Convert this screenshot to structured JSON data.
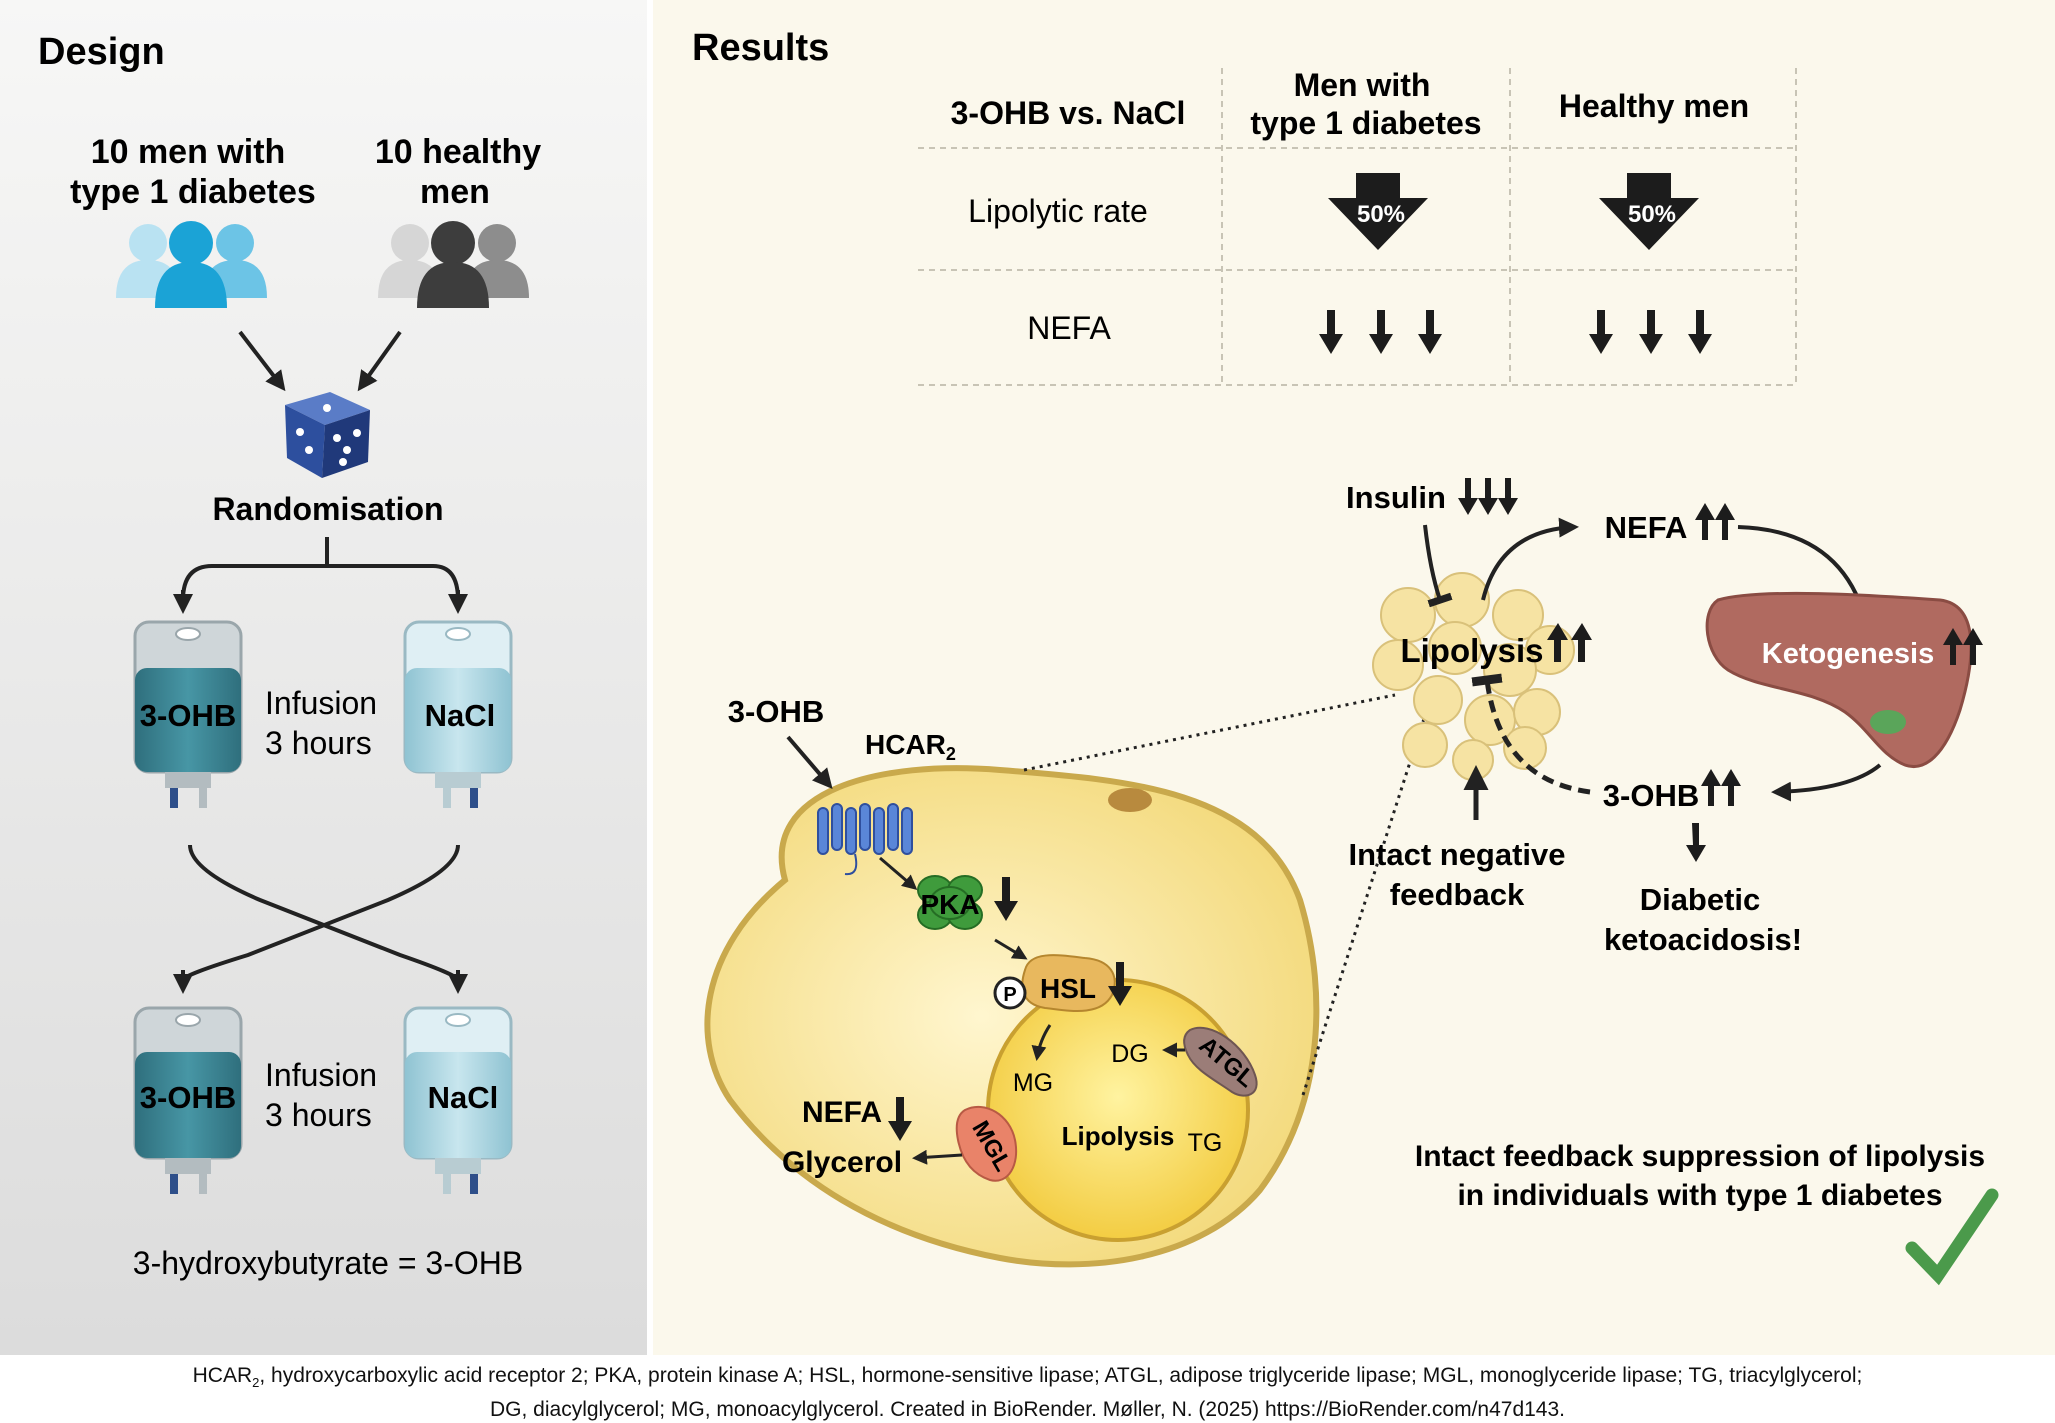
{
  "design": {
    "heading": "Design",
    "group1_line1": "10 men with",
    "group1_line2": "type 1 diabetes",
    "group2_line1": "10 healthy",
    "group2_line2": "men",
    "randomisation": "Randomisation",
    "infusion_line1": "Infusion",
    "infusion_line2": "3 hours",
    "bag_3ohb": "3-OHB",
    "bag_nacl": "NaCl",
    "definition": "3-hydroxybutyrate = 3-OHB"
  },
  "results": {
    "heading": "Results",
    "table": {
      "corner": "3-OHB vs. NaCl",
      "col1_line1": "Men with",
      "col1_line2": "type 1 diabetes",
      "col2": "Healthy men",
      "row1": "Lipolytic rate",
      "row1_value": "50%",
      "row2": "NEFA"
    }
  },
  "mechanism": {
    "insulin": "Insulin",
    "nefa": "NEFA",
    "lipolysis": "Lipolysis",
    "ketogenesis": "Ketogenesis",
    "ohb": "3-OHB",
    "feedback_line1": "Intact negative",
    "feedback_line2": "feedback",
    "dka_line1": "Diabetic",
    "dka_line2": "ketoacidosis!",
    "input_3ohb": "3-OHB",
    "hcar2": "HCAR",
    "hcar2_sub": "2",
    "pka": "PKA",
    "hsl": "HSL",
    "p": "P",
    "atgl": "ATGL",
    "dg": "DG",
    "mg": "MG",
    "tg": "TG",
    "mgl": "MGL",
    "droplet_lipolysis": "Lipolysis",
    "cell_nefa": "NEFA",
    "glycerol": "Glycerol",
    "conclusion_line1": "Intact feedback suppression of lipolysis",
    "conclusion_line2": "in individuals with type 1 diabetes"
  },
  "caption": {
    "line1_a": "HCAR",
    "line1_sub": "2",
    "line1_b": ", hydroxycarboxylic acid receptor 2; PKA, protein kinase A; HSL, hormone-sensitive lipase; ATGL, adipose triglyceride lipase; MGL, monoglyceride lipase; TG, triacylglycerol;",
    "line2": "DG, diacylglycerol; MG, monoacylglycerol. Created in BioRender. Møller, N. (2025) https://BioRender.com/n47d143."
  },
  "colors": {
    "left_bg": "#e6e6e5",
    "right_bg": "#fbf8ec",
    "t1d_people": "#1ba3d6",
    "healthy_people": "#3d3d3d",
    "dice": "#2d4f9e",
    "bag_3ohb_fluid": "#3a8291",
    "bag_nacl_fluid": "#a8d2de",
    "cell_fill": "#fbeaa4",
    "cell_border": "#c9a94c",
    "liver": "#b06a60",
    "pka": "#3f9b3c",
    "check": "#4b9a4b"
  }
}
